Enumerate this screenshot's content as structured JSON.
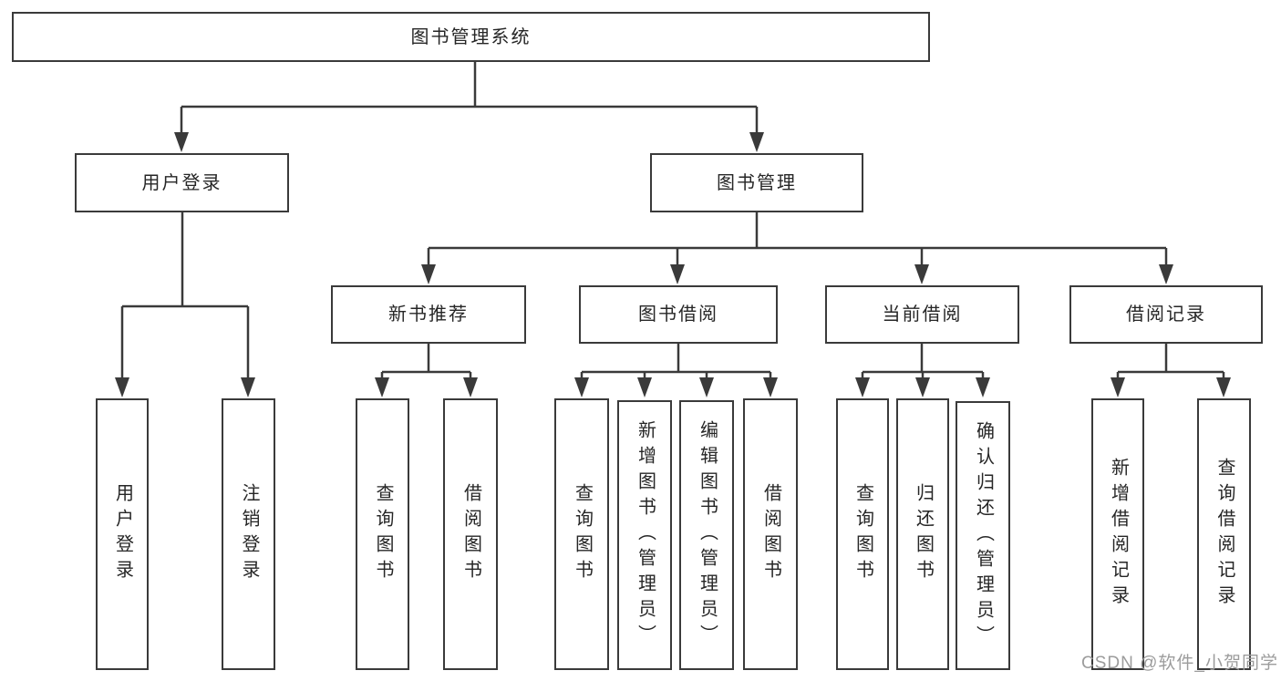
{
  "tree": {
    "label": "图书管理系统",
    "children": [
      {
        "label": "用户登录",
        "children": [
          {
            "label": "用户登录"
          },
          {
            "label": "注销登录"
          }
        ]
      },
      {
        "label": "图书管理",
        "children": [
          {
            "label": "新书推荐",
            "children": [
              {
                "label": "查询图书"
              },
              {
                "label": "借阅图书"
              }
            ]
          },
          {
            "label": "图书借阅",
            "children": [
              {
                "label": "查询图书"
              },
              {
                "label": "新增图书（管理员）"
              },
              {
                "label": "编辑图书（管理员）"
              },
              {
                "label": "借阅图书"
              }
            ]
          },
          {
            "label": "当前借阅",
            "children": [
              {
                "label": "查询图书"
              },
              {
                "label": "归还图书"
              },
              {
                "label": "确认归还（管理员）"
              }
            ]
          },
          {
            "label": "借阅记录",
            "children": [
              {
                "label": "新增借阅记录"
              },
              {
                "label": "查询借阅记录"
              }
            ]
          }
        ]
      }
    ]
  },
  "watermark": "CSDN @软件_小贺同学",
  "colors": {
    "line": "#3a3a3a",
    "text": "#262626",
    "background": "#ffffff",
    "watermark": "#9c9c9c"
  }
}
